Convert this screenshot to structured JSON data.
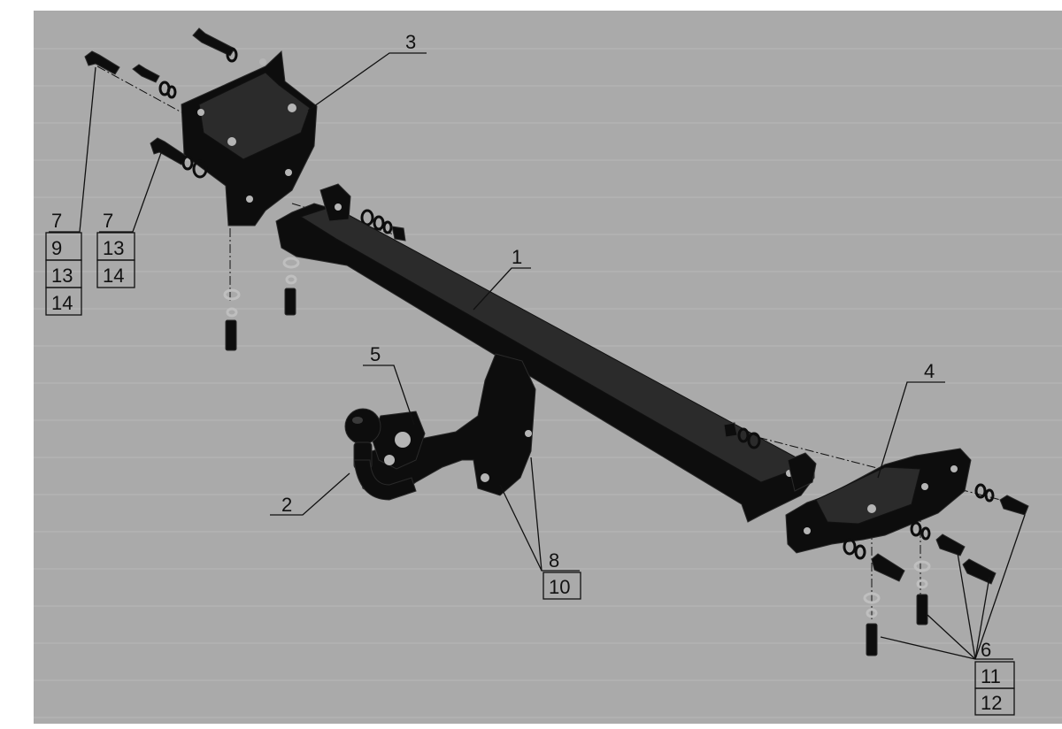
{
  "diagram": {
    "background_color": "#aaaaaa",
    "stripe_color": "#b8b8b8",
    "part_color": "#0d0d0d",
    "callouts": {
      "c1": "1",
      "c2": "2",
      "c3": "3",
      "c4": "4",
      "c5": "5"
    },
    "left_stack_a": [
      "7",
      "9",
      "13",
      "14"
    ],
    "left_stack_b": [
      "7",
      "13",
      "14"
    ],
    "center_stack": [
      "8",
      "10"
    ],
    "right_stack": [
      "6",
      "11",
      "12"
    ]
  }
}
